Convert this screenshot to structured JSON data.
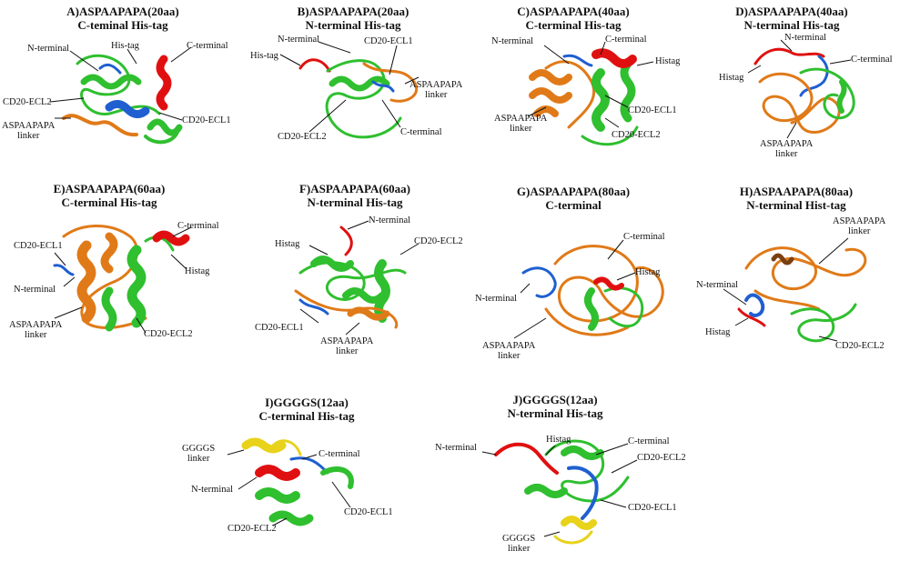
{
  "colors": {
    "his_tag": "#e01010",
    "cd20_ecl1": "#1f5fd0",
    "cd20_ecl2": "#2fbf2f",
    "aspaapapa_linker": "#e07a18",
    "ggggs_linker": "#e8d21a",
    "text": "#111111"
  },
  "panels": {
    "A": {
      "title1": "A)ASPAAPAPA(20aa)",
      "title2": "C-teminal His-tag",
      "labels": {
        "nterm": "N-terminal",
        "histag": "His-tag",
        "cterm": "C-terminal",
        "ecl2": "CD20-ECL2",
        "linker1": "ASPAAPAPA",
        "linker2": "linker",
        "ecl1": "CD20-ECL1"
      }
    },
    "B": {
      "title1": "B)ASPAAPAPA(20aa)",
      "title2": "N-terminal His-tag",
      "labels": {
        "nterm": "N-terminal",
        "ecl1": "CD20-ECL1",
        "histag": "His-tag",
        "linker1": "ASPAAPAPA",
        "linker2": "linker",
        "ecl2": "CD20-ECL2",
        "cterm": "C-terminal"
      }
    },
    "C": {
      "title1": "C)ASPAAPAPA(40aa)",
      "title2": "C-terminal His-tag",
      "labels": {
        "nterm": "N-terminal",
        "cterm": "C-terminal",
        "histag": "Histag",
        "linker1": "ASPAAPAPA",
        "linker2": "linker",
        "ecl1": "CD20-ECL1",
        "ecl2": "CD20-ECL2"
      }
    },
    "D": {
      "title1": "D)ASPAAPAPA(40aa)",
      "title2": "N-terminal His-tag",
      "labels": {
        "nterm": "N-terminal",
        "cterm": "C-terminal",
        "histag": "Histag",
        "linker1": "ASPAAPAPA",
        "linker2": "linker"
      }
    },
    "E": {
      "title1": "E)ASPAAPAPA(60aa)",
      "title2": "C-terminal His-tag",
      "labels": {
        "cterm": "C-terminal",
        "ecl1": "CD20-ECL1",
        "histag": "Histag",
        "nterm": "N-terminal",
        "linker1": "ASPAAPAPA",
        "linker2": "linker",
        "ecl2": "CD20-ECL2"
      }
    },
    "F": {
      "title1": "F)ASPAAPAPA(60aa)",
      "title2": "N-terminal His-tag",
      "labels": {
        "nterm": "N-terminal",
        "histag": "Histag",
        "ecl2": "CD20-ECL2",
        "ecl1": "CD20-ECL1",
        "linker1": "ASPAAPAPA",
        "linker2": "linker"
      }
    },
    "G": {
      "title1": "G)ASPAAPAPA(80aa)",
      "title2": "C-terminal",
      "labels": {
        "cterm": "C-terminal",
        "histag": "Histag",
        "nterm": "N-terminal",
        "linker1": "ASPAAPAPA",
        "linker2": "linker"
      }
    },
    "H": {
      "title1": "H)ASPAAPAPA(80aa)",
      "title2": "N-terminal Hist-tag",
      "labels": {
        "linker1": "ASPAAPAPA",
        "linker2": "linker",
        "nterm": "N-terminal",
        "histag": "Histag",
        "ecl2": "CD20-ECL2"
      }
    },
    "I": {
      "title1": "I)GGGGS(12aa)",
      "title2": "C-terminal His-tag",
      "labels": {
        "linker1": "GGGGS",
        "linker2": "linker",
        "cterm": "C-terminal",
        "nterm": "N-terminal",
        "ecl1": "CD20-ECL1",
        "ecl2": "CD20-ECL2"
      }
    },
    "J": {
      "title1": "J)GGGGS(12aa)",
      "title2": "N-terminal His-tag",
      "labels": {
        "nterm": "N-terminal",
        "histag": "Histag",
        "cterm": "C-terminal",
        "ecl2": "CD20-ECL2",
        "ecl1": "CD20-ECL1",
        "linker1": "GGGGS",
        "linker2": "linker"
      }
    }
  }
}
